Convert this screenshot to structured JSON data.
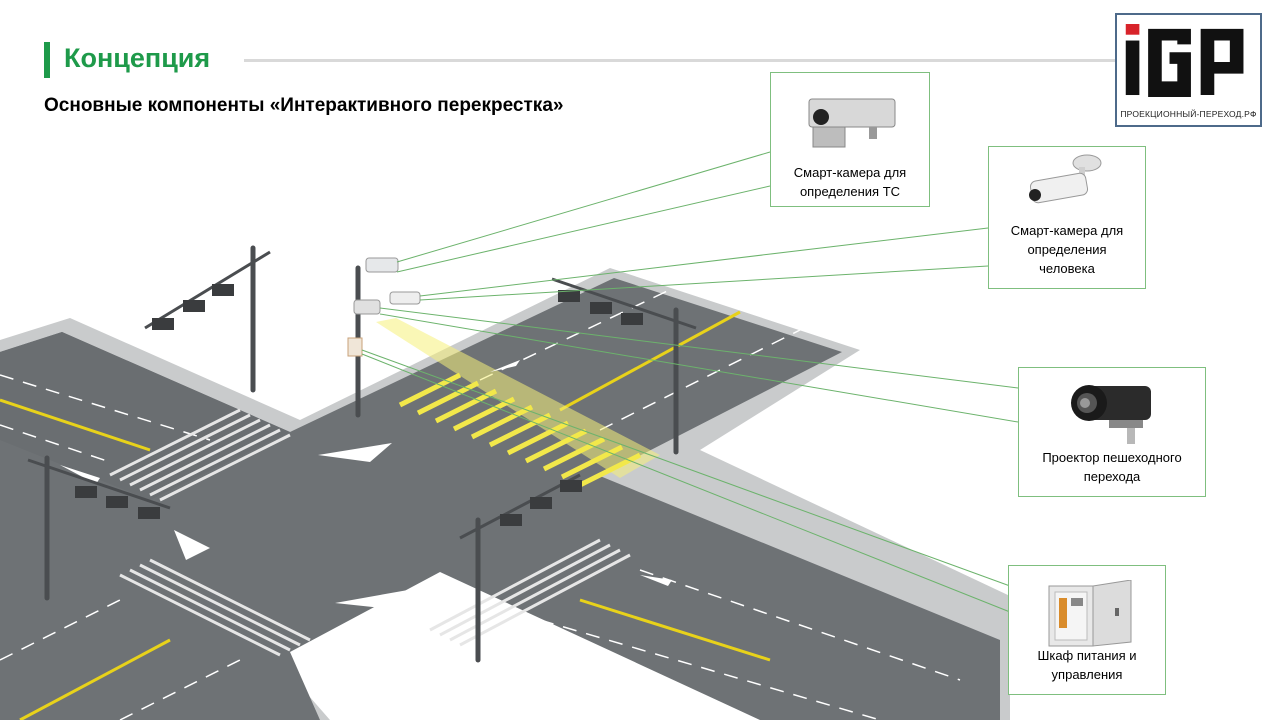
{
  "header": {
    "title": "Концепция",
    "subtitle": "Основные компоненты «Интерактивного перекрестка»"
  },
  "logo": {
    "letters": "iGP",
    "caption": "ПРОЕКЦИОННЫЙ-ПЕРЕХОД.РФ"
  },
  "components": [
    {
      "icon": "traffic-camera-icon",
      "label_line1": "Смарт-камера для",
      "label_line2": "определения ТС",
      "label_line3": ""
    },
    {
      "icon": "bullet-camera-icon",
      "label_line1": "Смарт-камера для",
      "label_line2": "определения",
      "label_line3": "человека"
    },
    {
      "icon": "projector-icon",
      "label_line1": "Проектор пешеходного",
      "label_line2": "перехода",
      "label_line3": ""
    },
    {
      "icon": "control-cabinet-icon",
      "label_line1": "Шкаф питания и",
      "label_line2": "управления",
      "label_line3": ""
    }
  ],
  "colors": {
    "accent_green": "#1e9a4a",
    "callout_border": "#7fbf7f",
    "road": "#6e7275",
    "sidewalk": "#c9cbcc",
    "lane_yellow": "#e8d21a",
    "projection_yellow": "#f5f07a"
  }
}
